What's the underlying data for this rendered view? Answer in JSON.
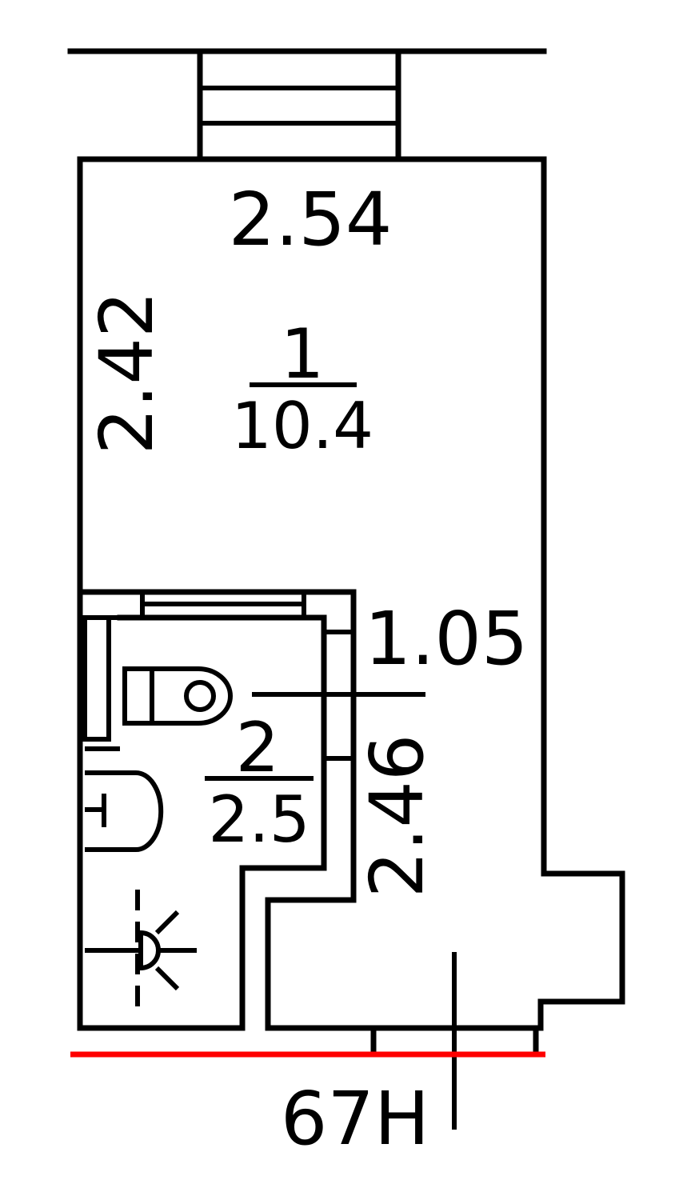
{
  "colors": {
    "line": "#000000",
    "boundary": "#ff0000",
    "background": "#ffffff"
  },
  "dimensions": {
    "room1_width": "2.54",
    "room1_length": "2.42",
    "corridor_width": "1.05",
    "corridor_length": "2.46"
  },
  "rooms": [
    {
      "number": "1",
      "area": "10.4"
    },
    {
      "number": "2",
      "area": "2.5"
    }
  ],
  "axis_label": "67H",
  "icons": [
    "stair-icon",
    "toilet-icon",
    "sink-icon",
    "bathtub-icon",
    "ceiling-light-icon"
  ]
}
